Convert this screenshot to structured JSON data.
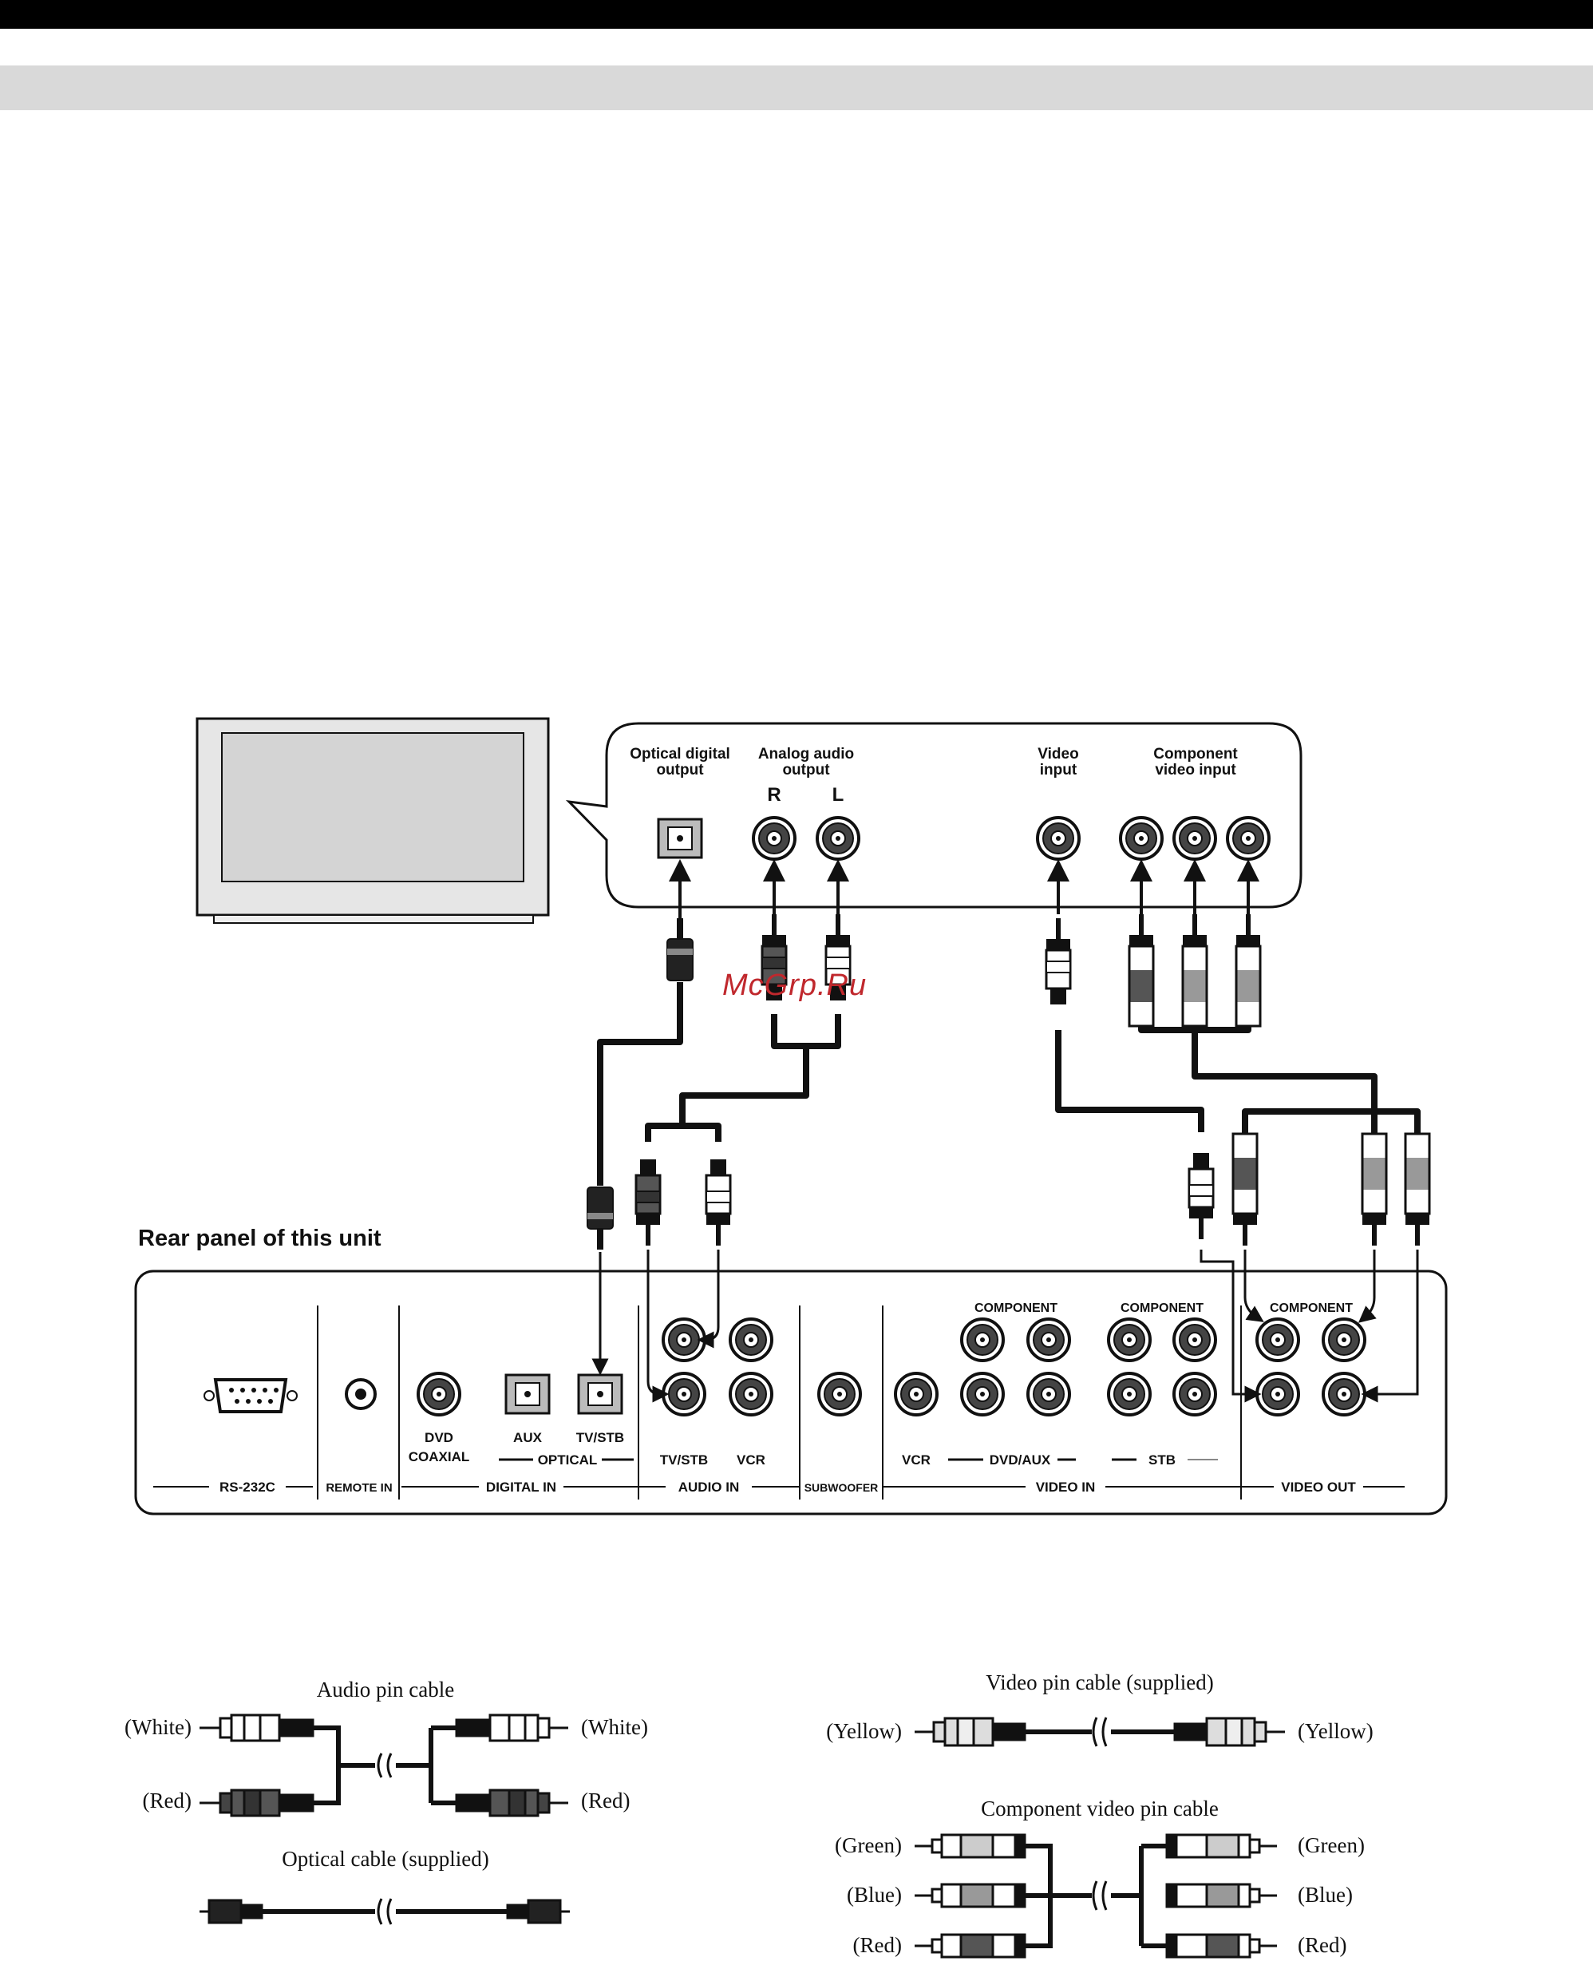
{
  "tv_panel": {
    "optical_digital_output": [
      "Optical digital",
      "output"
    ],
    "analog_audio_output": [
      "Analog audio",
      "output"
    ],
    "right_channel": "R",
    "left_channel": "L",
    "video_input": [
      "Video",
      "input"
    ],
    "component_video_input": [
      "Component",
      "video input"
    ]
  },
  "watermark": "McGrp.Ru",
  "rear_panel": {
    "title": "Rear panel of this unit",
    "rs232c": "RS-232C",
    "remote_in": "REMOTE IN",
    "dvd_coaxial": [
      "DVD",
      "COAXIAL"
    ],
    "aux": "AUX",
    "tv_stb_optical": "TV/STB",
    "optical": "OPTICAL",
    "digital_in": "DIGITAL IN",
    "audio_tv_stb": "TV/STB",
    "audio_vcr": "VCR",
    "audio_in": "AUDIO IN",
    "subwoofer": "SUBWOOFER",
    "component_1": "COMPONENT",
    "component_2": "COMPONENT",
    "component_3": "COMPONENT",
    "video_vcr": "VCR",
    "video_dvd_aux": "DVD/AUX",
    "video_stb": "STB",
    "video_in": "VIDEO IN",
    "video_out": "VIDEO OUT"
  },
  "cables": {
    "audio_pin_cable": "Audio pin cable",
    "white_left": "(White)",
    "white_right": "(White)",
    "red_left": "(Red)",
    "red_right": "(Red)",
    "optical_cable": "Optical cable (supplied)",
    "video_pin_cable": "Video pin cable (supplied)",
    "yellow_left": "(Yellow)",
    "yellow_right": "(Yellow)",
    "component_video_pin_cable": "Component video pin cable",
    "green_left": "(Green)",
    "green_right": "(Green)",
    "blue_left": "(Blue)",
    "blue_right": "(Blue)",
    "comp_red_left": "(Red)",
    "comp_red_right": "(Red)"
  }
}
